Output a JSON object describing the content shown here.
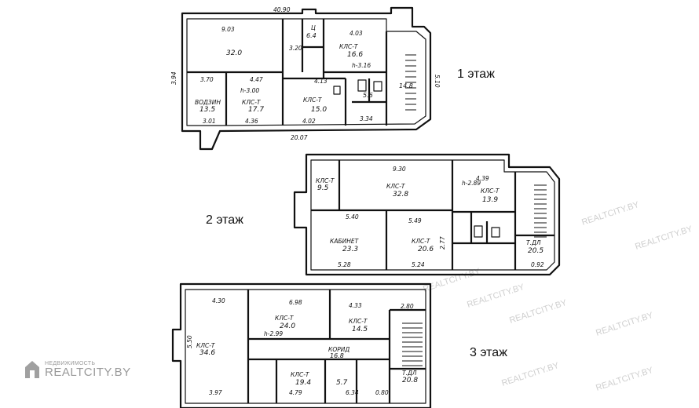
{
  "floors": [
    {
      "label": "1 этаж",
      "dims": [
        "40.90",
        "9.03",
        "4.03",
        "3.20",
        "3.70",
        "4.47",
        "4.13",
        "4.02",
        "4.36",
        "3.01",
        "3.34",
        "20.07",
        "5.10",
        "3.94"
      ],
      "rooms": [
        "32.0",
        "16.6",
        "15.0",
        "13.5",
        "17.7",
        "6.4",
        "5.6",
        "14.8"
      ],
      "words": [
        "КЛС-Т",
        "КЛС-Т",
        "ВОДЗИН",
        "КЛС-Т",
        "Ц",
        "h-3.16",
        "h-3.00"
      ]
    },
    {
      "label": "2 этаж",
      "dims": [
        "9.30",
        "4.39",
        "5.40",
        "5.49",
        "5.28",
        "5.24",
        "2.77",
        "0.92"
      ],
      "rooms": [
        "32.8",
        "13.9",
        "9.5",
        "23.3",
        "20.6",
        "20.5"
      ],
      "words": [
        "КЛС-Т",
        "КЛС-Т",
        "КЛС-Т",
        "КАБИНЕТ",
        "КЛС-Т",
        "h-2.89",
        "Т.ДЛ"
      ]
    },
    {
      "label": "3 этаж",
      "dims": [
        "4.30",
        "6.98",
        "4.33",
        "2.80",
        "5.50",
        "3.97",
        "4.79",
        "6.34",
        "0.80"
      ],
      "rooms": [
        "34.6",
        "24.0",
        "14.5",
        "20.8",
        "16.8",
        "19.4",
        "5.7"
      ],
      "words": [
        "КЛС-Т",
        "КЛС-Т",
        "КЛС-Т",
        "КОРИД",
        "КЛС-Т",
        "h-2.99",
        "Т.ДЛ"
      ]
    }
  ],
  "watermark": {
    "small": "НЕДВИЖИМОСТЬ",
    "big": "REALTCITY.BY",
    "repeat": "REALTCITY.BY"
  },
  "colors": {
    "ink": "#111111",
    "watermark": "#a8a8a8"
  }
}
